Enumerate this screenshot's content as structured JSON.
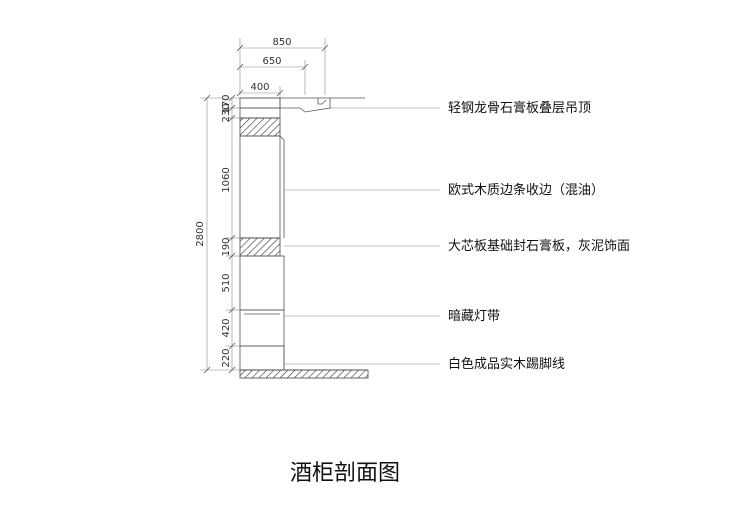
{
  "title": "酒柜剖面图",
  "dimensions": {
    "top": [
      "850",
      "650",
      "400"
    ],
    "left_total": "2800",
    "left_segments": [
      "170",
      "230",
      "1060",
      "190",
      "510",
      "420",
      "220"
    ]
  },
  "annotations": [
    "轻钢龙骨石膏板叠层吊顶",
    "欧式木质边条收边（混油）",
    "大芯板基础封石膏板，灰泥饰面",
    "暗藏灯带",
    "白色成品实木踢脚线"
  ]
}
